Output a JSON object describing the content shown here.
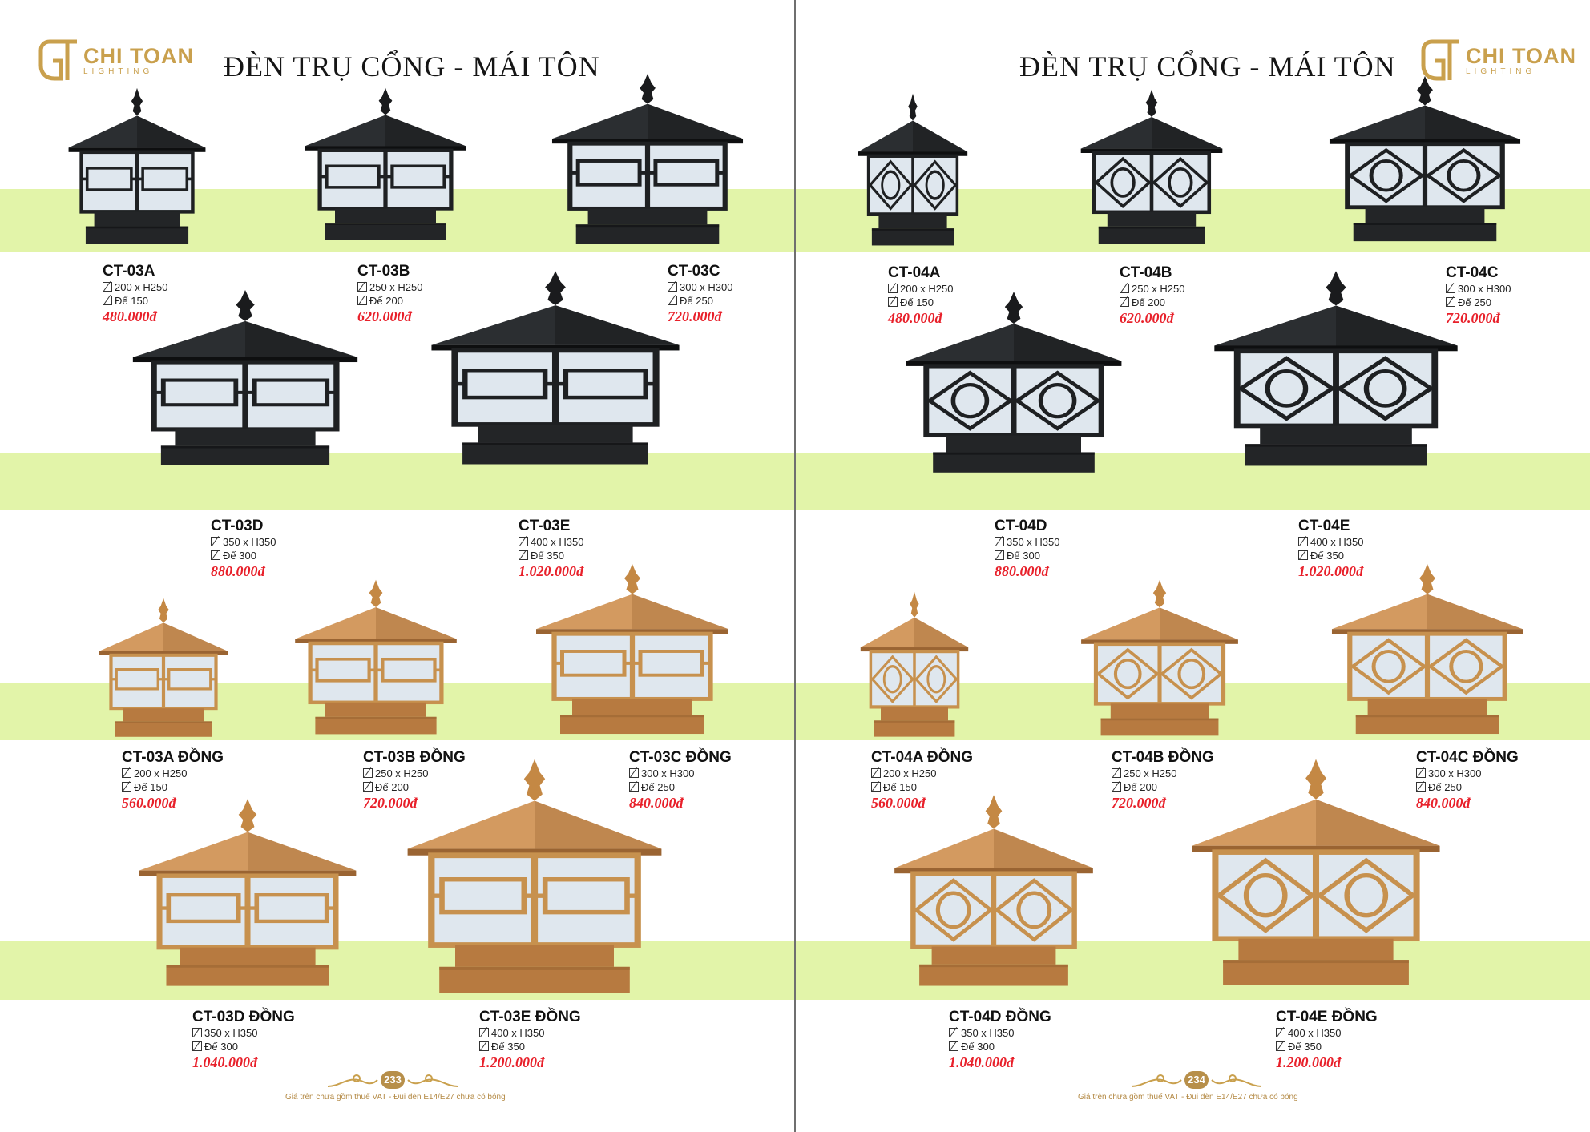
{
  "brand": {
    "name": "CHI TOAN",
    "tagline": "LIGHTING"
  },
  "pages": [
    {
      "title": "ĐÈN TRỤ CỔNG - MÁI TÔN",
      "page_number": "233",
      "footer_note": "Giá trên chưa gồm thuế VAT - Đui đèn E14/E27 chưa có bóng",
      "products": [
        {
          "code": "CT-03A",
          "size": "200 x H250",
          "base": "Đế 150",
          "price": "480.000đ",
          "finish": "black",
          "pattern": "rect"
        },
        {
          "code": "CT-03B",
          "size": "250 x H250",
          "base": "Đế 200",
          "price": "620.000đ",
          "finish": "black",
          "pattern": "rect"
        },
        {
          "code": "CT-03C",
          "size": "300 x H300",
          "base": "Đế 250",
          "price": "720.000đ",
          "finish": "black",
          "pattern": "rect"
        },
        {
          "code": "CT-03D",
          "size": "350 x H350",
          "base": "Đế 300",
          "price": "880.000đ",
          "finish": "black",
          "pattern": "rect"
        },
        {
          "code": "CT-03E",
          "size": "400 x H350",
          "base": "Đế 350",
          "price": "1.020.000đ",
          "finish": "black",
          "pattern": "rect"
        },
        {
          "code": "CT-03A ĐỒNG",
          "size": "200 x H250",
          "base": "Đế 150",
          "price": "560.000đ",
          "finish": "copper",
          "pattern": "rect"
        },
        {
          "code": "CT-03B ĐỒNG",
          "size": "250 x H250",
          "base": "Đế 200",
          "price": "720.000đ",
          "finish": "copper",
          "pattern": "rect"
        },
        {
          "code": "CT-03C ĐỒNG",
          "size": "300 x H300",
          "base": "Đế 250",
          "price": "840.000đ",
          "finish": "copper",
          "pattern": "rect"
        },
        {
          "code": "CT-03D ĐỒNG",
          "size": "350 x H350",
          "base": "Đế 300",
          "price": "1.040.000đ",
          "finish": "copper",
          "pattern": "rect"
        },
        {
          "code": "CT-03E ĐỒNG",
          "size": "400 x H350",
          "base": "Đế 350",
          "price": "1.200.000đ",
          "finish": "copper",
          "pattern": "rect"
        }
      ]
    },
    {
      "title": "ĐÈN TRỤ CỔNG - MÁI TÔN",
      "page_number": "234",
      "footer_note": "Giá trên chưa gồm thuế VAT - Đui đèn E14/E27 chưa có bóng",
      "products": [
        {
          "code": "CT-04A",
          "size": "200 x H250",
          "base": "Đế 150",
          "price": "480.000đ",
          "finish": "black",
          "pattern": "circle"
        },
        {
          "code": "CT-04B",
          "size": "250 x H250",
          "base": "Đế 200",
          "price": "620.000đ",
          "finish": "black",
          "pattern": "circle"
        },
        {
          "code": "CT-04C",
          "size": "300 x H300",
          "base": "Đế 250",
          "price": "720.000đ",
          "finish": "black",
          "pattern": "circle"
        },
        {
          "code": "CT-04D",
          "size": "350 x H350",
          "base": "Đế 300",
          "price": "880.000đ",
          "finish": "black",
          "pattern": "circle"
        },
        {
          "code": "CT-04E",
          "size": "400 x H350",
          "base": "Đế 350",
          "price": "1.020.000đ",
          "finish": "black",
          "pattern": "circle"
        },
        {
          "code": "CT-04A ĐỒNG",
          "size": "200 x H250",
          "base": "Đế 150",
          "price": "560.000đ",
          "finish": "copper",
          "pattern": "circle"
        },
        {
          "code": "CT-04B ĐỒNG",
          "size": "250 x H250",
          "base": "Đế 200",
          "price": "720.000đ",
          "finish": "copper",
          "pattern": "circle"
        },
        {
          "code": "CT-04C ĐỒNG",
          "size": "300 x H300",
          "base": "Đế 250",
          "price": "840.000đ",
          "finish": "copper",
          "pattern": "circle"
        },
        {
          "code": "CT-04D ĐỒNG",
          "size": "350 x H350",
          "base": "Đế 300",
          "price": "1.040.000đ",
          "finish": "copper",
          "pattern": "circle"
        },
        {
          "code": "CT-04E ĐỒNG",
          "size": "400 x H350",
          "base": "Đế 350",
          "price": "1.200.000đ",
          "finish": "copper",
          "pattern": "circle"
        }
      ]
    }
  ],
  "colors": {
    "band": "#e2f4a9",
    "price": "#e8202a",
    "gold": "#c9a04d",
    "black_finish": "#2a2d30",
    "copper_finish": "#c98a4e",
    "glass": "#dfe7ee"
  }
}
